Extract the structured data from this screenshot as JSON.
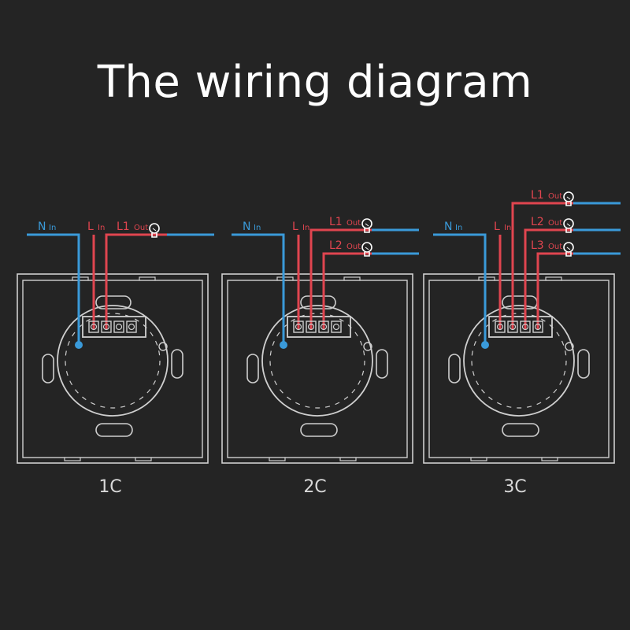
{
  "title": "The wiring diagram",
  "colors": {
    "background": "#242424",
    "neutral_wire": "#3a9ad9",
    "live_wire": "#e0454f",
    "outline": "#cfcfcf",
    "text": "#ffffff"
  },
  "labels": {
    "n_main": "N",
    "n_sub": "In",
    "l_main": "L",
    "l_sub": "In",
    "out_sub": "Out",
    "l1": "L1",
    "l2": "L2",
    "l3": "L3"
  },
  "panels": [
    {
      "caption": "1C",
      "gangs": 1
    },
    {
      "caption": "2C",
      "gangs": 2
    },
    {
      "caption": "3C",
      "gangs": 3
    }
  ],
  "icons": {
    "bulb": "bulb-icon",
    "terminal": "terminal-screw-icon"
  }
}
